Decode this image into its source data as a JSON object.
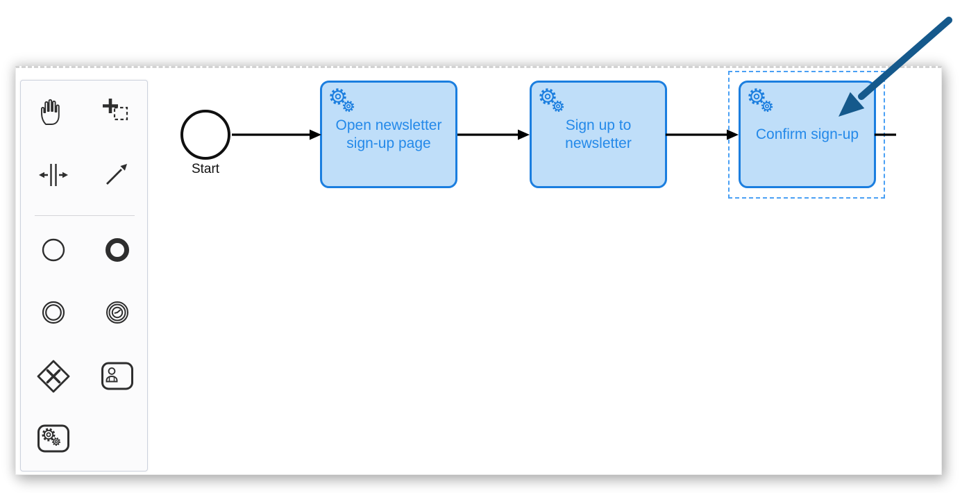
{
  "app": {
    "description": "BPMN diagram editor canvas with tool palette, newsletter sign-up process, third task selected and highlighted by a callout arrow"
  },
  "colors": {
    "task-fill": "#BFDEF9",
    "task-stroke": "#1B7EDF",
    "task-text": "#2489E9",
    "selection-stroke": "#4AA0F4",
    "flow-stroke": "#000000",
    "event-stroke": "#101010",
    "annotation-arrow": "#15598C",
    "palette-icon": "#2E2E2E",
    "palette-bg": "#FBFBFC",
    "palette-border": "#CCD1DD",
    "canvas-bg": "#FFFFFF",
    "canvas-border": "#ECECEC",
    "canvas-dash": "#D2D2D2"
  },
  "palette": {
    "items": [
      {
        "id": "hand-tool"
      },
      {
        "id": "lasso-tool"
      },
      {
        "id": "space-tool"
      },
      {
        "id": "global-connect-tool"
      },
      {
        "id": "create-start-event"
      },
      {
        "id": "create-end-event"
      },
      {
        "id": "create-intermediate-event"
      },
      {
        "id": "create-timer-event"
      },
      {
        "id": "create-exclusive-gateway"
      },
      {
        "id": "create-user-task"
      },
      {
        "id": "create-service-task"
      }
    ]
  },
  "diagram": {
    "start_event": {
      "label": "Start",
      "type": "start-event"
    },
    "tasks": [
      {
        "label": "Open newsletter sign-up page",
        "type": "service-task",
        "selected": false
      },
      {
        "label": "Sign up to newsletter",
        "type": "service-task",
        "selected": false
      },
      {
        "label": "Confirm sign-up",
        "type": "service-task",
        "selected": true
      }
    ],
    "flows": [
      {
        "from": "start-event",
        "to": "task-1"
      },
      {
        "from": "task-1",
        "to": "task-2"
      },
      {
        "from": "task-2",
        "to": "task-3"
      },
      {
        "from": "task-3",
        "to": "off-canvas-right"
      }
    ],
    "selected_element": "task-3"
  },
  "annotation": {
    "type": "callout-arrow",
    "points_to": "task-3"
  }
}
